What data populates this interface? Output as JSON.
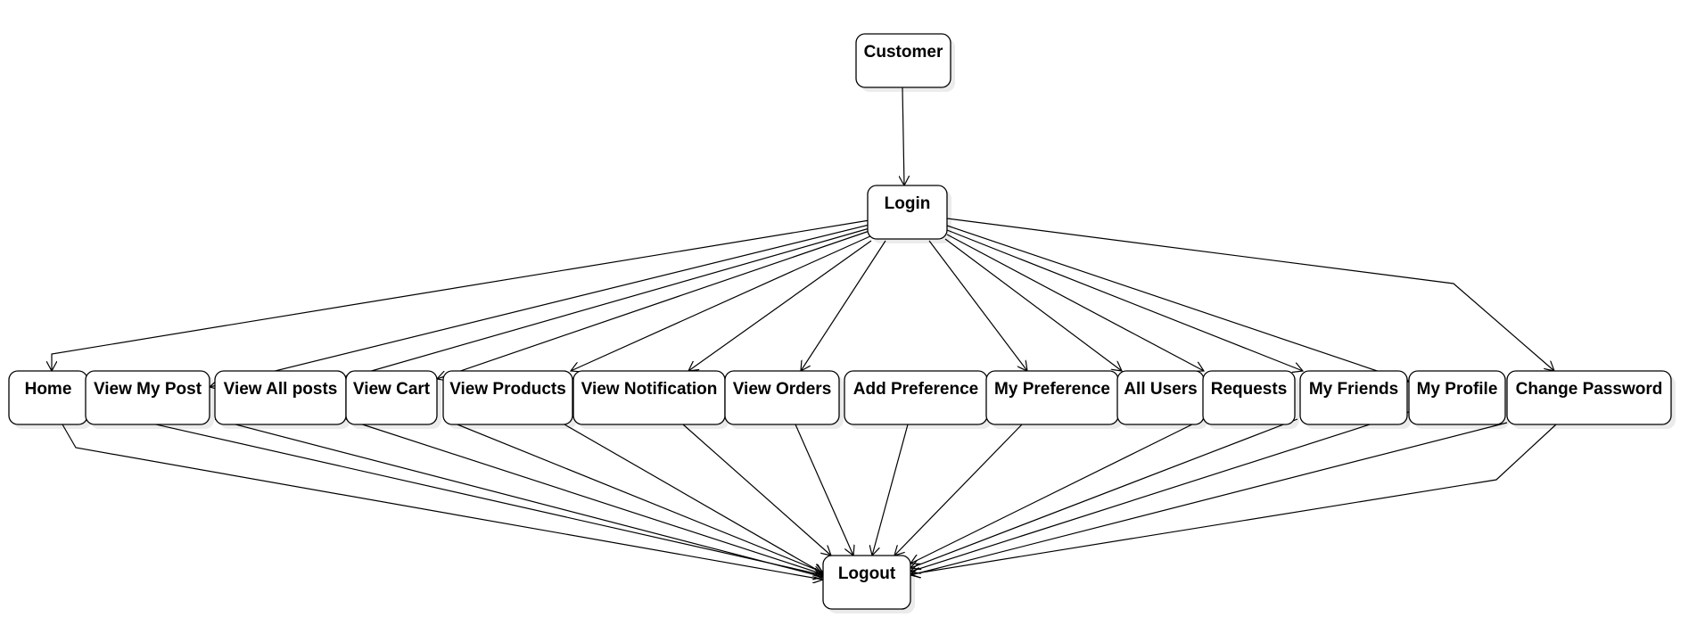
{
  "diagram": {
    "nodes": {
      "customer": "Customer",
      "login": "Login",
      "home": "Home",
      "view_my_post": "View My Post",
      "view_all_posts": "View All posts",
      "view_cart": "View Cart",
      "view_products": "View Products",
      "view_notification": "View Notification",
      "view_orders": "View Orders",
      "add_preference": "Add Preference",
      "my_preference": "My Preference",
      "all_users": "All Users",
      "requests": "Requests",
      "my_friends": "My Friends",
      "my_profile": "My Profile",
      "change_password": "Change Password",
      "logout": "Logout"
    },
    "edges": [
      [
        "customer",
        "login"
      ],
      [
        "login",
        "home"
      ],
      [
        "login",
        "view_my_post"
      ],
      [
        "login",
        "view_all_posts"
      ],
      [
        "login",
        "view_cart"
      ],
      [
        "login",
        "view_products"
      ],
      [
        "login",
        "view_notification"
      ],
      [
        "login",
        "view_orders"
      ],
      [
        "login",
        "my_preference"
      ],
      [
        "login",
        "all_users"
      ],
      [
        "login",
        "requests"
      ],
      [
        "login",
        "my_friends"
      ],
      [
        "login",
        "my_profile"
      ],
      [
        "login",
        "change_password"
      ],
      [
        "home",
        "logout"
      ],
      [
        "view_my_post",
        "logout"
      ],
      [
        "view_all_posts",
        "logout"
      ],
      [
        "view_cart",
        "logout"
      ],
      [
        "view_products",
        "logout"
      ],
      [
        "view_notification",
        "logout"
      ],
      [
        "view_orders",
        "logout"
      ],
      [
        "add_preference",
        "logout"
      ],
      [
        "my_preference",
        "logout"
      ],
      [
        "all_users",
        "logout"
      ],
      [
        "requests",
        "logout"
      ],
      [
        "my_friends",
        "logout"
      ],
      [
        "my_profile",
        "logout"
      ],
      [
        "change_password",
        "logout"
      ]
    ]
  }
}
